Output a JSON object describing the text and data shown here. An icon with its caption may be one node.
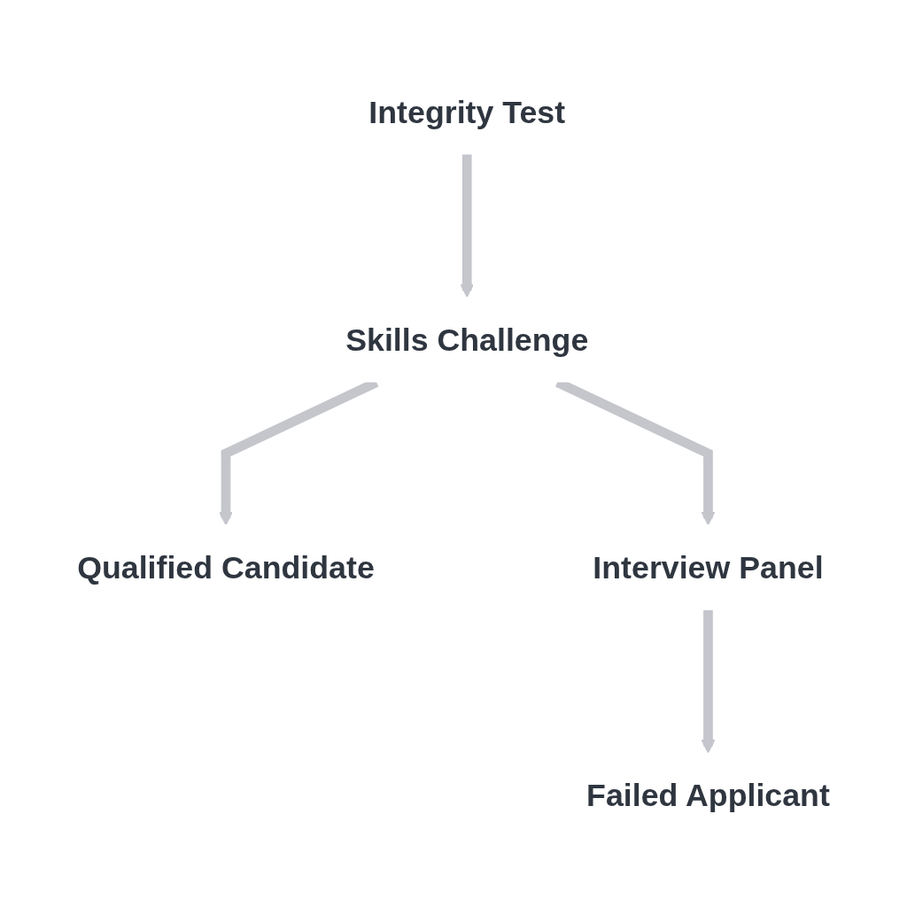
{
  "diagram": {
    "nodes": [
      {
        "text": [
          "Integrity Test"
        ]
      },
      {
        "text": [
          "Skills Challenge"
        ]
      },
      {
        "text": [
          "Qualified Candidate"
        ]
      },
      {
        "text": [
          "Interview Panel"
        ]
      },
      {
        "text": [
          "Failed Applicant"
        ]
      }
    ],
    "edges": [
      {
        "from": 0,
        "to": 1,
        "arrow": "to"
      },
      {
        "from": 1,
        "to": 2,
        "arrow": "to"
      },
      {
        "from": 1,
        "to": 3,
        "arrow": "to"
      },
      {
        "from": 3,
        "to": 4,
        "arrow": "to"
      }
    ]
  }
}
